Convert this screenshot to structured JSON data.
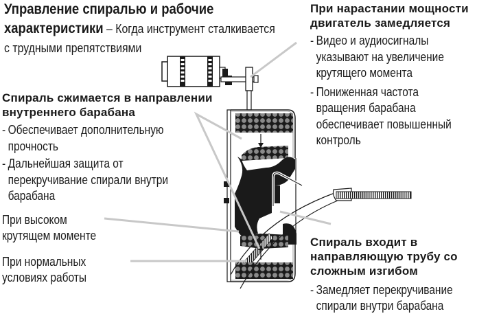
{
  "title": {
    "bold": "Управление спиралью и рабочие характеристики",
    "bold_line1": "Управление спиралью и рабочие",
    "bold_line2": "характеристики",
    "dash": " – ",
    "normal_line1": "Когда инструмент сталкивается",
    "normal_line2": "с трудными препятствиями"
  },
  "callouts": {
    "motor_slows": {
      "heading_line1": "При нарастании мощности",
      "heading_line2": "двигатель замедляется",
      "bullets": [
        {
          "line1": "Видео и аудиосигналы",
          "line2": "указывают на увеличение",
          "line3": "крутящего момента"
        },
        {
          "line1": "Пониженная частота",
          "line2": "вращения барабана",
          "line3": "обеспечивает повышенный",
          "line4": "контроль"
        }
      ]
    },
    "spiral_compresses": {
      "heading_line1": "Спираль сжимается в направлении",
      "heading_line2": "внутреннего барабана",
      "bullets": [
        {
          "line1": "Обеспечивает дополнительную",
          "line2": "прочность"
        },
        {
          "line1": "Дальнейшая защита от",
          "line2": "перекручивание спирали внутри",
          "line3": "барабана"
        }
      ]
    },
    "high_torque": {
      "line1": "При высоком",
      "line2": "крутящем моменте"
    },
    "normal_conditions": {
      "line1": "При нормальных",
      "line2": "условиях работы"
    },
    "guide_tube": {
      "heading_line1": "Спираль входит в",
      "heading_line2": "направляющую трубу со",
      "heading_line3": "сложным изгибом",
      "bullets": [
        {
          "line1": "Замедляет перекручивание",
          "line2": "спирали внутри барабана"
        }
      ]
    }
  },
  "colors": {
    "ink": "#1a1a1a",
    "leader_line": "#c8c8c8",
    "cable_coil": "#8a8a8a"
  }
}
